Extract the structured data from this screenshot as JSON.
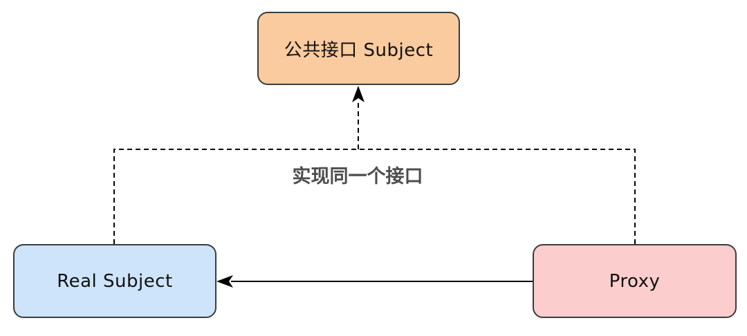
{
  "diagram": {
    "title": "proxy-pattern-structure",
    "background_color": "#ffffff",
    "nodes": {
      "subject": {
        "label": "公共接口 Subject",
        "fill": "#f9cb9e",
        "border_color": "#3b3b3b"
      },
      "real_subject": {
        "label": "Real Subject",
        "fill": "#cde4fa",
        "border_color": "#3b3b3b"
      },
      "proxy": {
        "label": "Proxy",
        "fill": "#fbcdcd",
        "border_color": "#3b3b3b"
      }
    },
    "edges": {
      "implements": {
        "label": "实现同一个接口",
        "label_color": "#4d4d4d",
        "style": "dashed",
        "line_color": "#000000",
        "from": [
          "Real Subject",
          "Proxy"
        ],
        "to": "公共接口 Subject"
      },
      "delegates": {
        "label": "",
        "style": "solid",
        "line_color": "#000000",
        "from": "Proxy",
        "to": "Real Subject"
      }
    }
  }
}
